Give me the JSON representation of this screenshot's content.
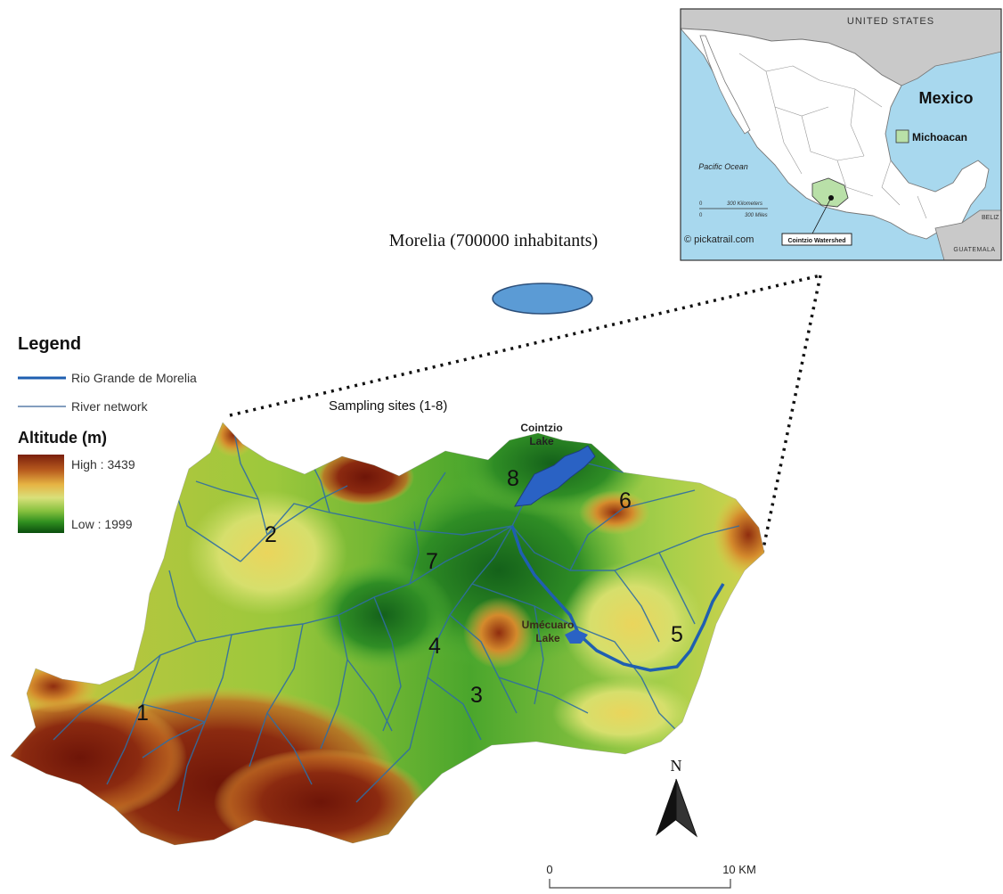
{
  "morelia_label": "Morelia (700000 inhabitants)",
  "sampling_note": "Sampling sites (1-8)",
  "legend": {
    "title": "Legend",
    "lines": [
      {
        "label": "Rio Grande de Morelia",
        "color": "#1f5fb0"
      },
      {
        "label": "River network",
        "color": "#5a7fa8"
      }
    ],
    "altitude_title": "Altitude (m)",
    "high_label": "High : 3439",
    "low_label": "Low : 1999",
    "ramp_colors": [
      "#7a1f0c",
      "#b85b1e",
      "#e6b343",
      "#d9e07a",
      "#86c13e",
      "#2f8f1f",
      "#0b4d0e"
    ]
  },
  "sites": [
    "1",
    "2",
    "3",
    "4",
    "5",
    "6",
    "7",
    "8"
  ],
  "lakes": {
    "cointzio_line1": "Cointzio",
    "cointzio_line2": "Lake",
    "umecuaro_line1": "Umécuaro",
    "umecuaro_line2": "Lake"
  },
  "north_label": "N",
  "scale": {
    "start": "0",
    "end": "10 KM"
  },
  "inset": {
    "country_label": "UNITED STATES",
    "mexico_label": "Mexico",
    "state_label": "Michoacan",
    "ocean_label": "Pacific Ocean",
    "scale_km": "300 Kilometers",
    "scale_mi": "300 Miles",
    "zero_label": "0",
    "credit": "© pickatrail.com",
    "watershed_label": "Cointzio Watershed",
    "belize_label": "BELIZ",
    "guatemala_label": "GUATEMALA",
    "colors": {
      "ocean": "#a8d8ee",
      "land": "#ffffff",
      "usa": "#c9c9c9",
      "state": "#b9e0a8"
    }
  }
}
